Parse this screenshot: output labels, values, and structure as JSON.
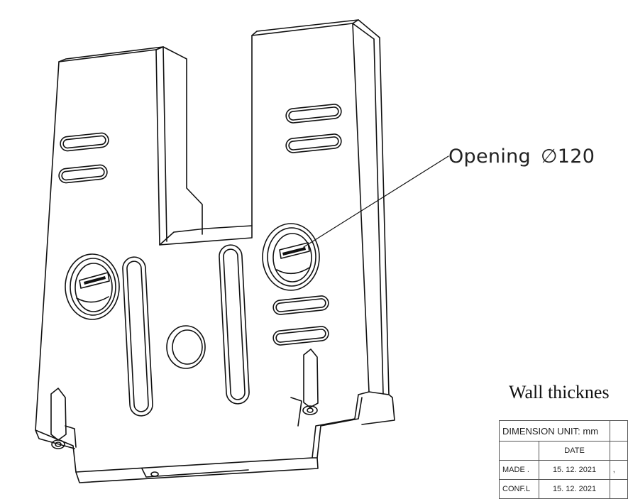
{
  "callout": {
    "label": "Opening",
    "diameter": "∅120"
  },
  "wall_note": "Wall thicknes",
  "title_block": {
    "dimension_unit": "DIMENSION UNIT:  mm",
    "date_header": "DATE",
    "rows": [
      {
        "role": "MADE .",
        "date": "15. 12. 2021",
        "extra": ","
      },
      {
        "role": "CONF.L",
        "date": "15. 12. 2021",
        "extra": ""
      }
    ]
  },
  "icons": {
    "logo_left": "brand-logo-mark",
    "logo_right": "brand-logo-mark"
  }
}
